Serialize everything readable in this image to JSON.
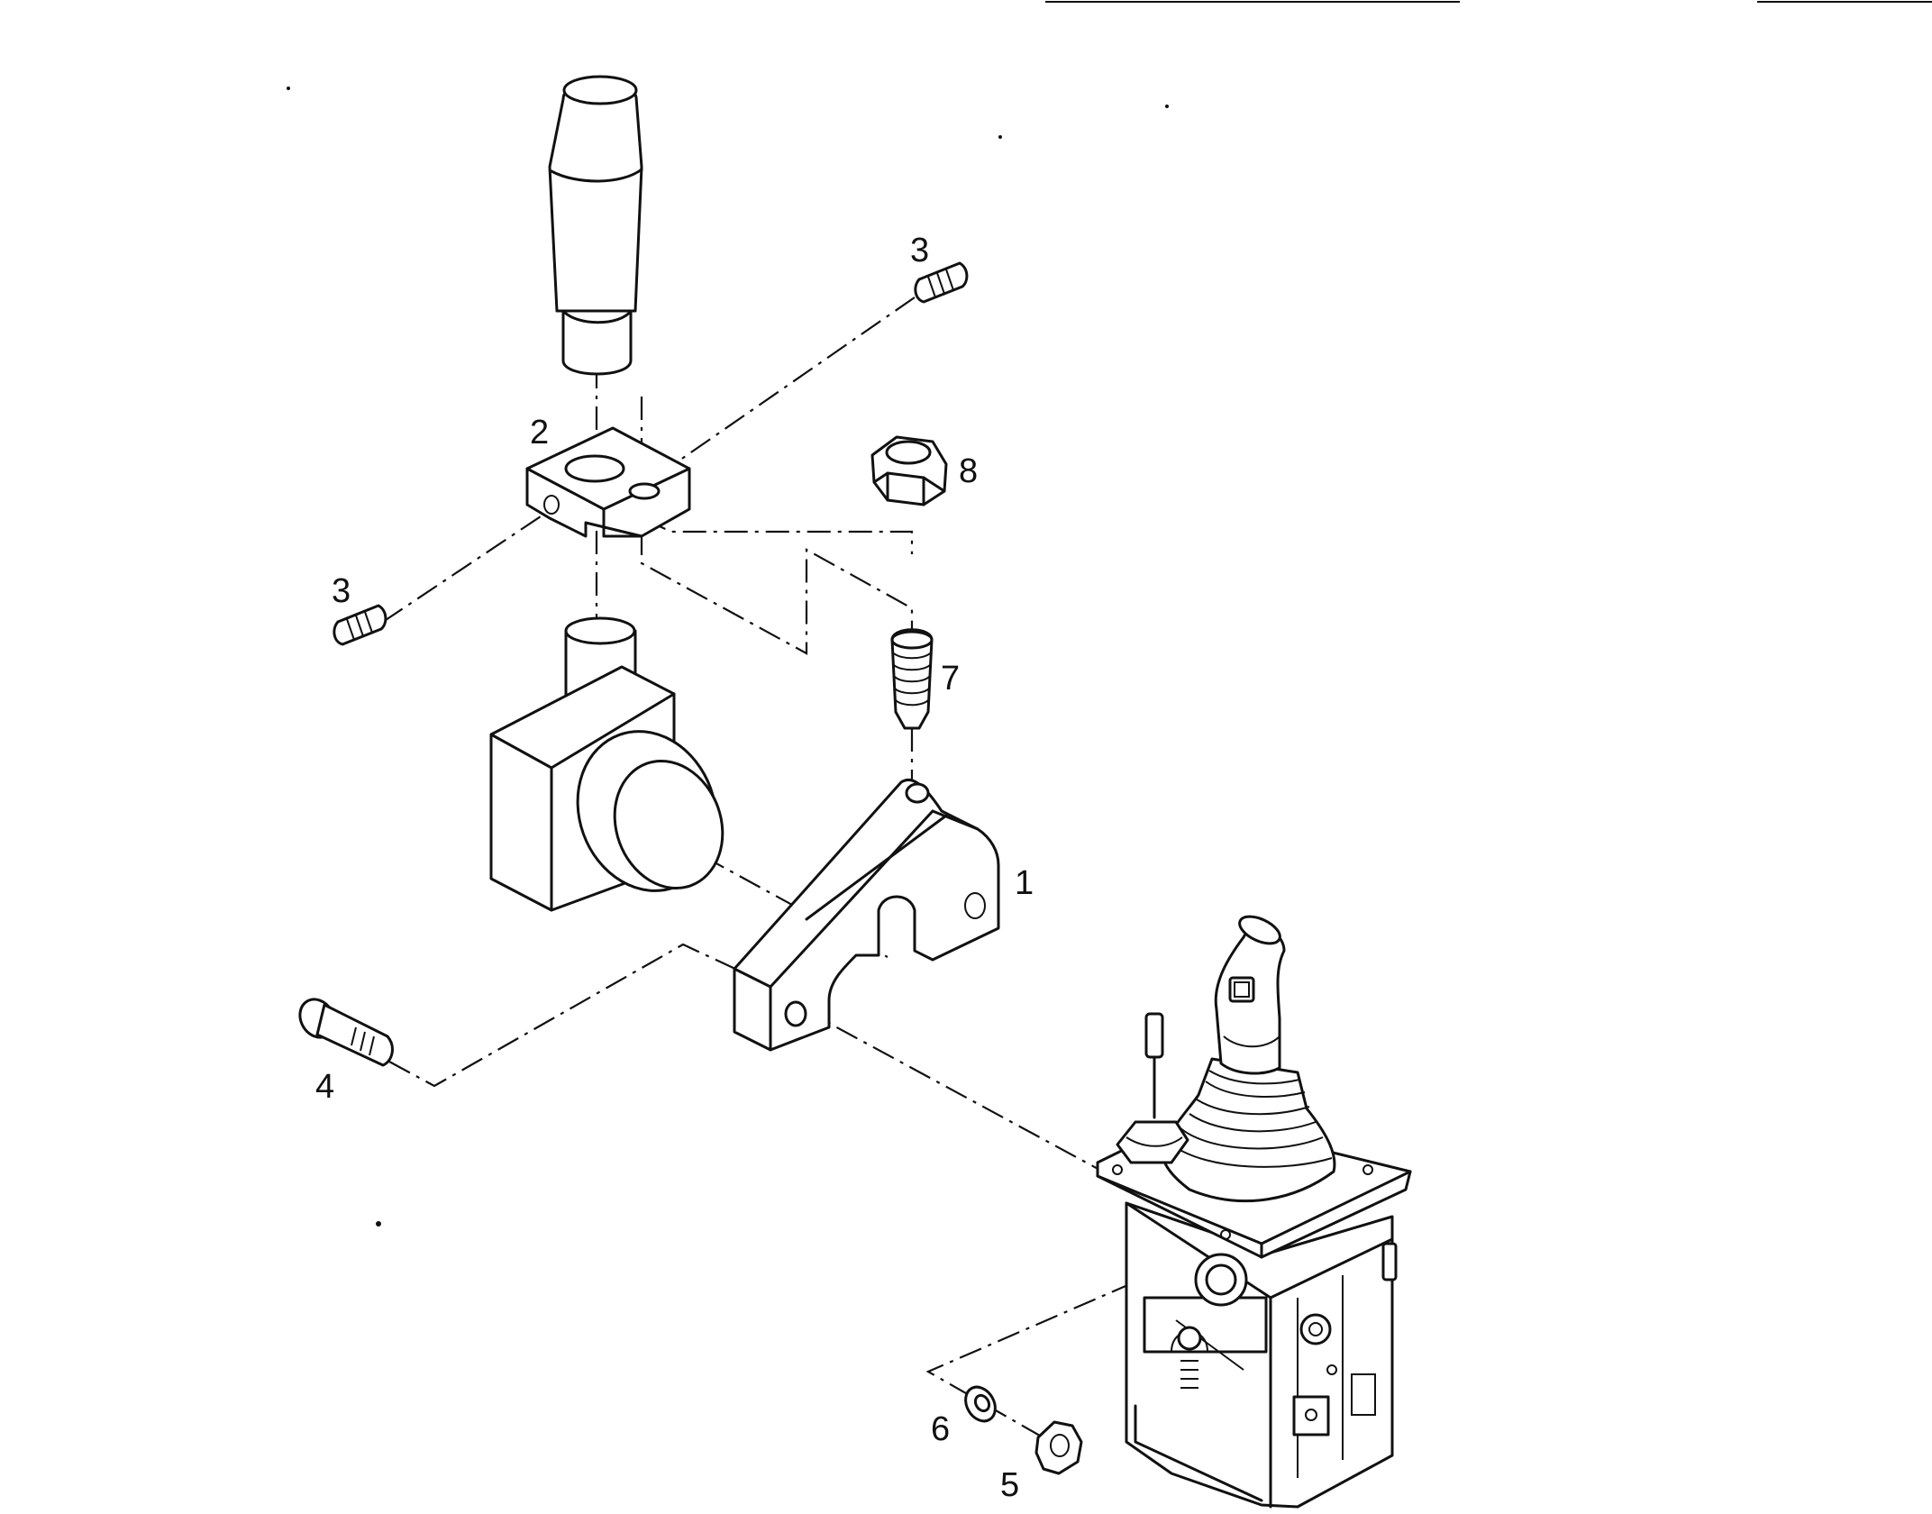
{
  "diagram": {
    "callouts": [
      {
        "id": "part-1",
        "text": "1"
      },
      {
        "id": "part-2",
        "text": "2"
      },
      {
        "id": "part-3-upper",
        "text": "3"
      },
      {
        "id": "part-3-lower",
        "text": "3"
      },
      {
        "id": "part-4",
        "text": "4"
      },
      {
        "id": "part-5",
        "text": "5"
      },
      {
        "id": "part-6",
        "text": "6"
      },
      {
        "id": "part-7",
        "text": "7"
      },
      {
        "id": "part-8",
        "text": "8"
      }
    ]
  }
}
